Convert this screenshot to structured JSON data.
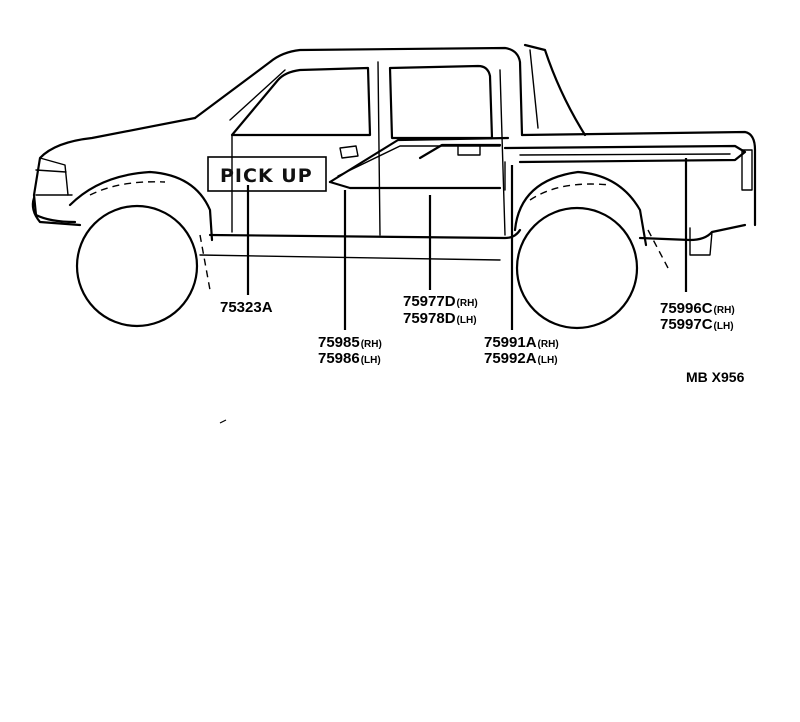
{
  "decal_text": "PICK UP",
  "parts": [
    {
      "code": "75323A",
      "side": ""
    },
    {
      "code": "75985",
      "side": "(RH)"
    },
    {
      "code": "75986",
      "side": "(LH)"
    },
    {
      "code": "75977D",
      "side": "(RH)"
    },
    {
      "code": "75978D",
      "side": "(LH)"
    },
    {
      "code": "75991A",
      "side": "(RH)"
    },
    {
      "code": "75992A",
      "side": "(LH)"
    },
    {
      "code": "75996C",
      "side": "(RH)"
    },
    {
      "code": "75997C",
      "side": "(LH)"
    }
  ],
  "figure_ref": "MB X956"
}
